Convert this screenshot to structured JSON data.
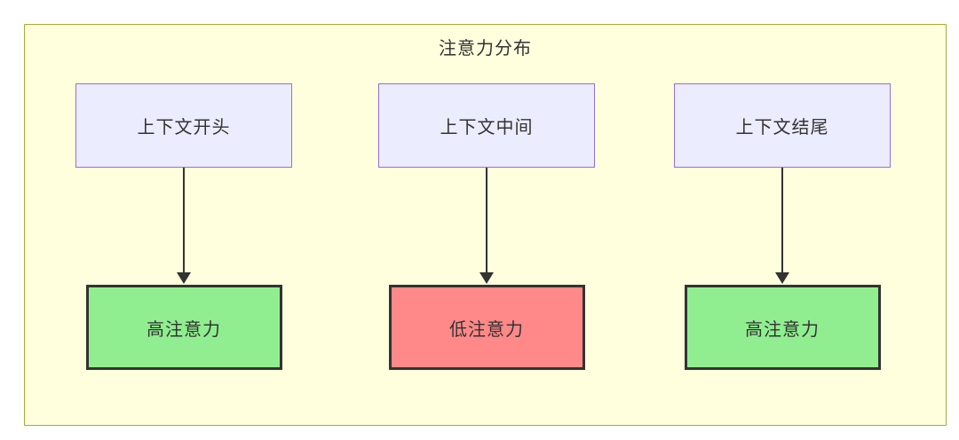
{
  "diagram": {
    "title": "注意力分布",
    "columns": [
      {
        "source": "上下文开头",
        "target": "高注意力",
        "target_level": "high"
      },
      {
        "source": "上下文中间",
        "target": "低注意力",
        "target_level": "low"
      },
      {
        "source": "上下文结尾",
        "target": "高注意力",
        "target_level": "high"
      }
    ],
    "colors": {
      "cluster_fill": "#ffffde",
      "cluster_border": "#aaaa33",
      "node_fill": "#ECECFF",
      "node_border": "#9370DB",
      "high_attention_fill": "#90EE90",
      "low_attention_fill": "#FF8888",
      "result_border": "#333333",
      "edge": "#333333",
      "text": "#333333"
    }
  }
}
